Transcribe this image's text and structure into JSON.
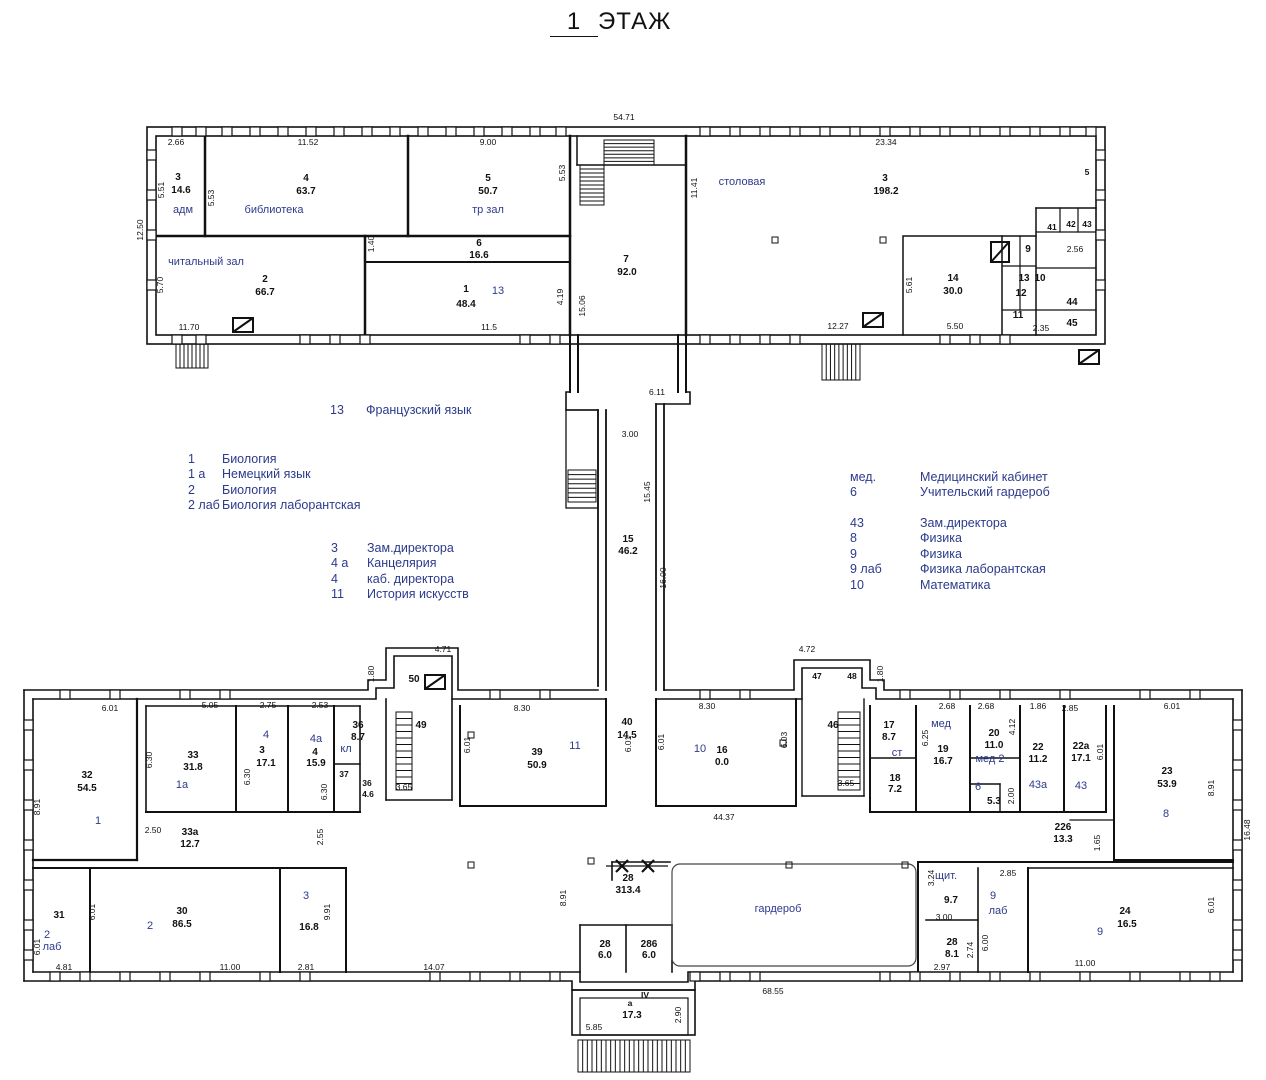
{
  "title": {
    "number": "1",
    "text": "ЭТАЖ"
  },
  "legend_groups": [
    {
      "id": "g13",
      "k_width": 36,
      "items": [
        {
          "key": "13",
          "value": "Французский язык"
        }
      ]
    },
    {
      "id": "gbio",
      "k_width": 34,
      "items": [
        {
          "key": "1",
          "value": "Биология"
        },
        {
          "key": "1 а",
          "value": "Немецкий язык"
        },
        {
          "key": "2",
          "value": "Биология"
        },
        {
          "key": "2 лаб",
          "value": "Биология лаборантская"
        }
      ]
    },
    {
      "id": "gadm",
      "k_width": 36,
      "items": [
        {
          "key": "3",
          "value": "Зам.директора"
        },
        {
          "key": "4 а",
          "value": "Канцелярия"
        },
        {
          "key": "4",
          "value": "каб. директора"
        },
        {
          "key": "11",
          "value": "История искусств"
        }
      ]
    },
    {
      "id": "gmed",
      "k_width": 70,
      "items": [
        {
          "key": "мед.",
          "value": "Медицинский кабинет"
        },
        {
          "key": "6",
          "value": "Учительский гардероб"
        }
      ]
    },
    {
      "id": "gphys",
      "k_width": 70,
      "items": [
        {
          "key": "43",
          "value": "Зам.директора"
        },
        {
          "key": "8",
          "value": "Физика"
        },
        {
          "key": "9",
          "value": "Физика"
        },
        {
          "key": "9 лаб",
          "value": "Физика лаборантская"
        },
        {
          "key": "10",
          "value": "Математика"
        }
      ]
    }
  ],
  "labels": [
    {
      "id": "dim-54-71",
      "t": "54.71",
      "c": "dim"
    },
    {
      "id": "dim-2-66",
      "t": "2.66",
      "c": "dim"
    },
    {
      "id": "dim-11-52",
      "t": "11.52",
      "c": "dim"
    },
    {
      "id": "dim-9-00",
      "t": "9.00",
      "c": "dim"
    },
    {
      "id": "dim-23-34",
      "t": "23.34",
      "c": "dim"
    },
    {
      "id": "dim-12-50",
      "t": "12.50",
      "c": "dim"
    },
    {
      "id": "dim-5-51",
      "t": "5.51",
      "c": "dim"
    },
    {
      "id": "dim-5-53a",
      "t": "5.53",
      "c": "dim"
    },
    {
      "id": "dim-5-53b",
      "t": "5.53",
      "c": "dim"
    },
    {
      "id": "dim-11-41",
      "t": "11.41",
      "c": "dim"
    },
    {
      "id": "dim-1-40",
      "t": "1.40",
      "c": "dim"
    },
    {
      "id": "dim-5-70",
      "t": "5.70",
      "c": "dim"
    },
    {
      "id": "dim-4-19",
      "t": "4.19",
      "c": "dim"
    },
    {
      "id": "dim-15-06",
      "t": "15.06",
      "c": "dim"
    },
    {
      "id": "dim-11-70",
      "t": "11.70",
      "c": "dim"
    },
    {
      "id": "dim-11-5",
      "t": "11.5",
      "c": "dim"
    },
    {
      "id": "dim-12-27",
      "t": "12.27",
      "c": "dim"
    },
    {
      "id": "dim-5-50",
      "t": "5.50",
      "c": "dim"
    },
    {
      "id": "dim-5-61",
      "t": "5.61",
      "c": "dim"
    },
    {
      "id": "dim-2-56",
      "t": "2.56",
      "c": "dim"
    },
    {
      "id": "dim-2-35",
      "t": "2.35",
      "c": "dim"
    },
    {
      "id": "dim-6-11",
      "t": "6.11",
      "c": "dim"
    },
    {
      "id": "dim-3-00a",
      "t": "3.00",
      "c": "dim"
    },
    {
      "id": "dim-15-45",
      "t": "15.45",
      "c": "dim"
    },
    {
      "id": "dim-16-00",
      "t": "16.00",
      "c": "dim"
    },
    {
      "id": "dim-4-71",
      "t": "4.71",
      "c": "dim"
    },
    {
      "id": "dim-4-72",
      "t": "4.72",
      "c": "dim"
    },
    {
      "id": "dim-1-80a",
      "t": "1.80",
      "c": "dim"
    },
    {
      "id": "dim-1-80b",
      "t": "1.80",
      "c": "dim"
    },
    {
      "id": "dim-6-01a",
      "t": "6.01",
      "c": "dim"
    },
    {
      "id": "dim-5-05",
      "t": "5.05",
      "c": "dim"
    },
    {
      "id": "dim-2-75",
      "t": "2.75",
      "c": "dim"
    },
    {
      "id": "dim-2-53",
      "t": "2.53",
      "c": "dim"
    },
    {
      "id": "dim-8-30a",
      "t": "8.30",
      "c": "dim"
    },
    {
      "id": "dim-8-30b",
      "t": "8.30",
      "c": "dim"
    },
    {
      "id": "dim-2-68a",
      "t": "2.68",
      "c": "dim"
    },
    {
      "id": "dim-2-68b",
      "t": "2.68",
      "c": "dim"
    },
    {
      "id": "dim-1-86",
      "t": "1.86",
      "c": "dim"
    },
    {
      "id": "dim-2-85a",
      "t": "2.85",
      "c": "dim"
    },
    {
      "id": "dim-6-01b",
      "t": "6.01",
      "c": "dim"
    },
    {
      "id": "dim-8-91a",
      "t": "8.91",
      "c": "dim"
    },
    {
      "id": "dim-6-30a",
      "t": "6.30",
      "c": "dim"
    },
    {
      "id": "dim-6-30b",
      "t": "6.30",
      "c": "dim"
    },
    {
      "id": "dim-6-30c",
      "t": "6.30",
      "c": "dim"
    },
    {
      "id": "dim-6-01c",
      "t": "6.01",
      "c": "dim"
    },
    {
      "id": "dim-6-03",
      "t": "6.03",
      "c": "dim"
    },
    {
      "id": "dim-6-01d",
      "t": "6.01",
      "c": "dim"
    },
    {
      "id": "dim-6-25",
      "t": "6.25",
      "c": "dim"
    },
    {
      "id": "dim-4-12",
      "t": "4.12",
      "c": "dim"
    },
    {
      "id": "dim-6-01e",
      "t": "6.01",
      "c": "dim"
    },
    {
      "id": "dim-8-91b",
      "t": "8.91",
      "c": "dim"
    },
    {
      "id": "dim-16-48",
      "t": "16.48",
      "c": "dim"
    },
    {
      "id": "dim-3-65a",
      "t": "3.65",
      "c": "dim"
    },
    {
      "id": "dim-3-65b",
      "t": "3.65",
      "c": "dim"
    },
    {
      "id": "dim-2-00",
      "t": "2.00",
      "c": "dim"
    },
    {
      "id": "dim-2-50",
      "t": "2.50",
      "c": "dim"
    },
    {
      "id": "dim-2-55",
      "t": "2.55",
      "c": "dim"
    },
    {
      "id": "dim-44-37",
      "t": "44.37",
      "c": "dim"
    },
    {
      "id": "dim-1-65",
      "t": "1.65",
      "c": "dim"
    },
    {
      "id": "dim-6-01f",
      "t": "6.01",
      "c": "dim"
    },
    {
      "id": "dim-6-01g",
      "t": "6.01",
      "c": "dim"
    },
    {
      "id": "dim-9-91",
      "t": "9.91",
      "c": "dim"
    },
    {
      "id": "dim-8-91c",
      "t": "8.91",
      "c": "dim"
    },
    {
      "id": "dim-3-24",
      "t": "3.24",
      "c": "dim"
    },
    {
      "id": "dim-2-85b",
      "t": "2.85",
      "c": "dim"
    },
    {
      "id": "dim-6-01h",
      "t": "6.01",
      "c": "dim"
    },
    {
      "id": "dim-3-00b",
      "t": "3.00",
      "c": "dim"
    },
    {
      "id": "dim-2-74",
      "t": "2.74",
      "c": "dim"
    },
    {
      "id": "dim-6-00",
      "t": "6.00",
      "c": "dim"
    },
    {
      "id": "dim-4-81",
      "t": "4.81",
      "c": "dim"
    },
    {
      "id": "dim-11-00a",
      "t": "11.00",
      "c": "dim"
    },
    {
      "id": "dim-2-81",
      "t": "2.81",
      "c": "dim"
    },
    {
      "id": "dim-14-07",
      "t": "14.07",
      "c": "dim"
    },
    {
      "id": "dim-2-97",
      "t": "2.97",
      "c": "dim"
    },
    {
      "id": "dim-11-00b",
      "t": "11.00",
      "c": "dim"
    },
    {
      "id": "dim-68-55",
      "t": "68.55",
      "c": "dim"
    },
    {
      "id": "dim-5-85",
      "t": "5.85",
      "c": "dim"
    },
    {
      "id": "dim-2-90",
      "t": "2.90",
      "c": "dim"
    },
    {
      "id": "dim-6-01i",
      "t": "6.01",
      "c": "dim"
    },
    {
      "id": "room-3-no",
      "t": "3",
      "c": "rno"
    },
    {
      "id": "room-3-area",
      "t": "14.6",
      "c": "rar"
    },
    {
      "id": "room-4-no",
      "t": "4",
      "c": "rno"
    },
    {
      "id": "room-4-area",
      "t": "63.7",
      "c": "rar"
    },
    {
      "id": "room-5-no",
      "t": "5",
      "c": "rno"
    },
    {
      "id": "room-5-area",
      "t": "50.7",
      "c": "rar"
    },
    {
      "id": "room-3b-no",
      "t": "3",
      "c": "rno"
    },
    {
      "id": "room-3b-area",
      "t": "198.2",
      "c": "rar"
    },
    {
      "id": "room-6-no",
      "t": "6",
      "c": "rno"
    },
    {
      "id": "room-6-area",
      "t": "16.6",
      "c": "rar"
    },
    {
      "id": "room-7-no",
      "t": "7",
      "c": "rno"
    },
    {
      "id": "room-7-area",
      "t": "92.0",
      "c": "rar"
    },
    {
      "id": "room-2-no",
      "t": "2",
      "c": "rno"
    },
    {
      "id": "room-2-area",
      "t": "66.7",
      "c": "rar"
    },
    {
      "id": "room-1-no",
      "t": "1",
      "c": "rno"
    },
    {
      "id": "room-1-area",
      "t": "48.4",
      "c": "rar"
    },
    {
      "id": "room-14-no",
      "t": "14",
      "c": "rno"
    },
    {
      "id": "room-14-area",
      "t": "30.0",
      "c": "rar"
    },
    {
      "id": "room-9a-no",
      "t": "9",
      "c": "rno"
    },
    {
      "id": "room-13-no",
      "t": "13",
      "c": "rno"
    },
    {
      "id": "room-10a-no",
      "t": "10",
      "c": "rno"
    },
    {
      "id": "room-12-no",
      "t": "12",
      "c": "rno"
    },
    {
      "id": "room-11a-no",
      "t": "11",
      "c": "rno"
    },
    {
      "id": "room-44-no",
      "t": "44",
      "c": "rno"
    },
    {
      "id": "room-45-no",
      "t": "45",
      "c": "rno"
    },
    {
      "id": "room-41-no",
      "t": "41",
      "c": "rsm"
    },
    {
      "id": "room-42-no",
      "t": "42",
      "c": "rsm"
    },
    {
      "id": "room-43s-no",
      "t": "43",
      "c": "rsm"
    },
    {
      "id": "room-5s-no",
      "t": "5",
      "c": "rsm"
    },
    {
      "id": "room-15-no",
      "t": "15",
      "c": "rno"
    },
    {
      "id": "room-15-area",
      "t": "46.2",
      "c": "rar"
    },
    {
      "id": "room-50-no",
      "t": "50",
      "c": "rno"
    },
    {
      "id": "room-47-no",
      "t": "47",
      "c": "rsm"
    },
    {
      "id": "room-48-no",
      "t": "48",
      "c": "rsm"
    },
    {
      "id": "room-32-no",
      "t": "32",
      "c": "rno"
    },
    {
      "id": "room-32-area",
      "t": "54.5",
      "c": "rar"
    },
    {
      "id": "room-33-no",
      "t": "33",
      "c": "rno"
    },
    {
      "id": "room-33-area",
      "t": "31.8",
      "c": "rar"
    },
    {
      "id": "room-3c-no",
      "t": "3",
      "c": "rno"
    },
    {
      "id": "room-3c-area",
      "t": "17.1",
      "c": "rar"
    },
    {
      "id": "room-4a-no",
      "t": "4",
      "c": "rno"
    },
    {
      "id": "room-4a-area",
      "t": "15.9",
      "c": "rar"
    },
    {
      "id": "room-36-no",
      "t": "36",
      "c": "rno"
    },
    {
      "id": "room-36-area",
      "t": "8.7",
      "c": "rar"
    },
    {
      "id": "room-36b-no",
      "t": "36",
      "c": "rsm"
    },
    {
      "id": "room-36b-area",
      "t": "4.6",
      "c": "rsm"
    },
    {
      "id": "room-37-no",
      "t": "37",
      "c": "rsm"
    },
    {
      "id": "room-49-no",
      "t": "49",
      "c": "rno"
    },
    {
      "id": "room-39-no",
      "t": "39",
      "c": "rno"
    },
    {
      "id": "room-39-area",
      "t": "50.9",
      "c": "rar"
    },
    {
      "id": "room-40-no",
      "t": "40",
      "c": "rno"
    },
    {
      "id": "room-40-area",
      "t": "14.5",
      "c": "rar"
    },
    {
      "id": "room-16-no",
      "t": "16",
      "c": "rno"
    },
    {
      "id": "room-16-area",
      "t": "0.0",
      "c": "rar"
    },
    {
      "id": "room-46-no",
      "t": "46",
      "c": "rno"
    },
    {
      "id": "room-17-no",
      "t": "17",
      "c": "rno"
    },
    {
      "id": "room-17-area",
      "t": "8.7",
      "c": "rar"
    },
    {
      "id": "room-18-no",
      "t": "18",
      "c": "rno"
    },
    {
      "id": "room-18-area",
      "t": "7.2",
      "c": "rar"
    },
    {
      "id": "room-19-no",
      "t": "19",
      "c": "rno"
    },
    {
      "id": "room-19-area",
      "t": "16.7",
      "c": "rar"
    },
    {
      "id": "room-20-no",
      "t": "20",
      "c": "rno"
    },
    {
      "id": "room-20-area",
      "t": "11.0",
      "c": "rar"
    },
    {
      "id": "room-22-no",
      "t": "22",
      "c": "rno"
    },
    {
      "id": "room-22-area",
      "t": "11.2",
      "c": "rar"
    },
    {
      "id": "room-22a-no",
      "t": "22а",
      "c": "rno"
    },
    {
      "id": "room-22a-area",
      "t": "17.1",
      "c": "rar"
    },
    {
      "id": "room-23-no",
      "t": "23",
      "c": "rno"
    },
    {
      "id": "room-23-area",
      "t": "53.9",
      "c": "rar"
    },
    {
      "id": "room-6b-area",
      "t": "5.3",
      "c": "rar"
    },
    {
      "id": "room-226-no",
      "t": "226",
      "c": "rno"
    },
    {
      "id": "room-226-area",
      "t": "13.3",
      "c": "rar"
    },
    {
      "id": "room-33a-no",
      "t": "33а",
      "c": "rno"
    },
    {
      "id": "room-33a-area",
      "t": "12.7",
      "c": "rar"
    },
    {
      "id": "room-31-no",
      "t": "31",
      "c": "rno"
    },
    {
      "id": "room-30-no",
      "t": "30",
      "c": "rno"
    },
    {
      "id": "room-30-area",
      "t": "86.5",
      "c": "rar"
    },
    {
      "id": "room-3d-area",
      "t": "16.8",
      "c": "rar"
    },
    {
      "id": "room-28-no",
      "t": "28",
      "c": "rno"
    },
    {
      "id": "room-28-area",
      "t": "313.4",
      "c": "rar"
    },
    {
      "id": "room-28a-no",
      "t": "28",
      "c": "rno"
    },
    {
      "id": "room-28a-area",
      "t": "6.0",
      "c": "rar"
    },
    {
      "id": "room-286-no",
      "t": "286",
      "c": "rno"
    },
    {
      "id": "room-286-area",
      "t": "6.0",
      "c": "rar"
    },
    {
      "id": "room-28c-no",
      "t": "28",
      "c": "rno"
    },
    {
      "id": "room-28c-area",
      "t": "8.1",
      "c": "rar"
    },
    {
      "id": "room-shch-area",
      "t": "9.7",
      "c": "rar"
    },
    {
      "id": "room-24-no",
      "t": "24",
      "c": "rno"
    },
    {
      "id": "room-24-area",
      "t": "16.5",
      "c": "rar"
    },
    {
      "id": "room-iv-no",
      "t": "IV",
      "c": "rsm"
    },
    {
      "id": "room-a-no",
      "t": "а",
      "c": "rsm"
    },
    {
      "id": "room-iv-area",
      "t": "17.3",
      "c": "rar"
    },
    {
      "id": "tag-adm",
      "t": "адм",
      "c": "tag"
    },
    {
      "id": "tag-biblioteka",
      "t": "библиотека",
      "c": "tag"
    },
    {
      "id": "tag-tr-zal",
      "t": "тр зал",
      "c": "tag"
    },
    {
      "id": "tag-stolovaya",
      "t": "столовая",
      "c": "tag"
    },
    {
      "id": "tag-chitalnyi",
      "t": "читальный зал",
      "c": "tag"
    },
    {
      "id": "tag-13",
      "t": "13",
      "c": "tag"
    },
    {
      "id": "tag-1",
      "t": "1",
      "c": "tag"
    },
    {
      "id": "tag-1a",
      "t": "1а",
      "c": "tag"
    },
    {
      "id": "tag-4",
      "t": "4",
      "c": "tag"
    },
    {
      "id": "tag-4a",
      "t": "4а",
      "c": "tag"
    },
    {
      "id": "tag-kl",
      "t": "кл",
      "c": "tag"
    },
    {
      "id": "tag-11",
      "t": "11",
      "c": "tag"
    },
    {
      "id": "tag-10",
      "t": "10",
      "c": "tag"
    },
    {
      "id": "tag-st",
      "t": "ст",
      "c": "tag"
    },
    {
      "id": "tag-med",
      "t": "мед",
      "c": "tag"
    },
    {
      "id": "tag-med2",
      "t": "мед 2",
      "c": "tag"
    },
    {
      "id": "tag-6",
      "t": "6",
      "c": "tag"
    },
    {
      "id": "tag-43a",
      "t": "43а",
      "c": "tag"
    },
    {
      "id": "tag-43",
      "t": "43",
      "c": "tag"
    },
    {
      "id": "tag-8",
      "t": "8",
      "c": "tag"
    },
    {
      "id": "tag-2",
      "t": "2",
      "c": "tag"
    },
    {
      "id": "tag-2lab-n",
      "t": "2",
      "c": "tag"
    },
    {
      "id": "tag-2lab-t",
      "t": "лаб",
      "c": "tag"
    },
    {
      "id": "tag-3",
      "t": "3",
      "c": "tag"
    },
    {
      "id": "tag-garderob",
      "t": "гардероб",
      "c": "tag"
    },
    {
      "id": "tag-shchit",
      "t": "щит.",
      "c": "tag"
    },
    {
      "id": "tag-9lab-n",
      "t": "9",
      "c": "tag"
    },
    {
      "id": "tag-9lab-t",
      "t": "лаб",
      "c": "tag"
    },
    {
      "id": "tag-9",
      "t": "9",
      "c": "tag"
    }
  ],
  "colors": {
    "ink": "#111111",
    "annotation": "#2c3a8c",
    "paper": "#ffffff"
  }
}
